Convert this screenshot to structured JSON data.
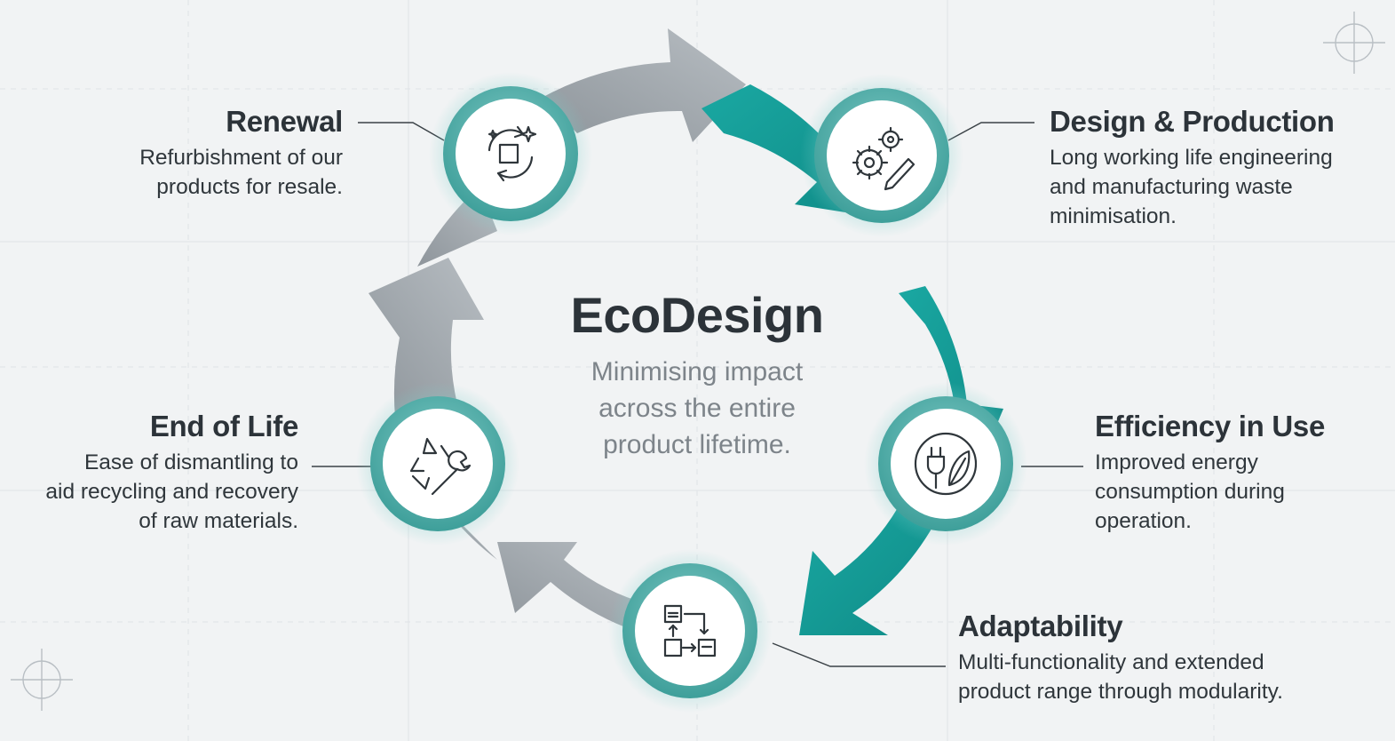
{
  "center": {
    "title": "EcoDesign",
    "subtitle": "Minimising impact\nacross the entire\nproduct lifetime."
  },
  "stages": [
    {
      "id": "design",
      "title": "Design & Production",
      "description": "Long working life engineering\nand manufacturing waste\nminimisation.",
      "icon": "gears-pencil-icon"
    },
    {
      "id": "efficiency",
      "title": "Efficiency in Use",
      "description": "Improved energy\nconsumption during\noperation.",
      "icon": "plug-leaf-icon"
    },
    {
      "id": "adaptability",
      "title": "Adaptability",
      "description": "Multi-functionality and extended\nproduct range through modularity.",
      "icon": "modular-blocks-icon"
    },
    {
      "id": "eol",
      "title": "End of Life",
      "description": "Ease of dismantling to\naid recycling and recovery\nof raw materials.",
      "icon": "recycle-wrench-icon"
    },
    {
      "id": "renewal",
      "title": "Renewal",
      "description": "Refurbishment of our\nproducts for resale.",
      "icon": "refresh-sparkle-icon"
    }
  ],
  "colors": {
    "teal": "#17a19c",
    "teal_dark": "#0e8683",
    "gray": "#9aa1a7",
    "gray_light": "#c3c8cc",
    "text": "#2c3339",
    "subtext": "#7d848a",
    "background": "#f1f3f4"
  }
}
